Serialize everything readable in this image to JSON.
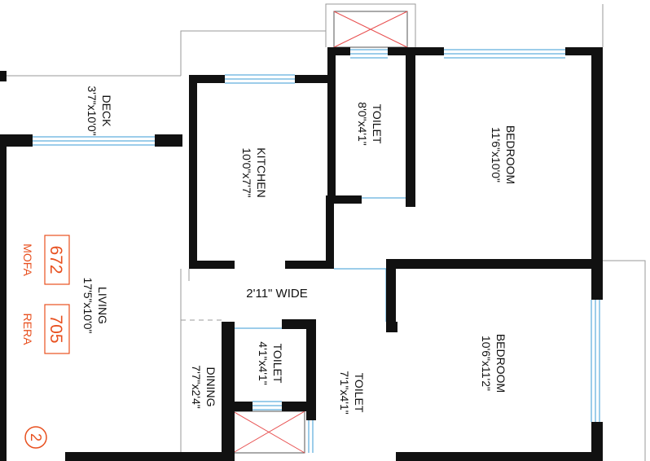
{
  "rooms": {
    "deck": {
      "name": "DECK",
      "dims": "3'7\"x10'0\""
    },
    "kitchen": {
      "name": "KITCHEN",
      "dims": "10'0\"x7'7\""
    },
    "toilet_top": {
      "name": "TOILET",
      "dims": "8'0\"x4'1\""
    },
    "bedroom_1": {
      "name": "BEDROOM",
      "dims": "11'6\"x10'0\""
    },
    "living": {
      "name": "LIVING",
      "dims": "17'5\"x10'0\""
    },
    "dining": {
      "name": "DINING",
      "dims": "7'7\"x2'4\""
    },
    "toilet_small": {
      "name": "TOILET",
      "dims": "4'1\"x4'1\""
    },
    "toilet_mid": {
      "name": "TOILET",
      "dims": "7'1\"x4'1\""
    },
    "bedroom_2": {
      "name": "BEDROOM",
      "dims": "10'6\"x11'2\""
    }
  },
  "passage_label": "2'11\" WIDE",
  "areas": {
    "mofa": {
      "value": "672",
      "label": "MOFA"
    },
    "rera": {
      "value": "705",
      "label": "RERA"
    }
  },
  "unit_number": "2",
  "colors": {
    "wall": "#111111",
    "window": "#3a9bd6",
    "area_accent": "#e8501f",
    "duct_cross": "#e85050"
  }
}
